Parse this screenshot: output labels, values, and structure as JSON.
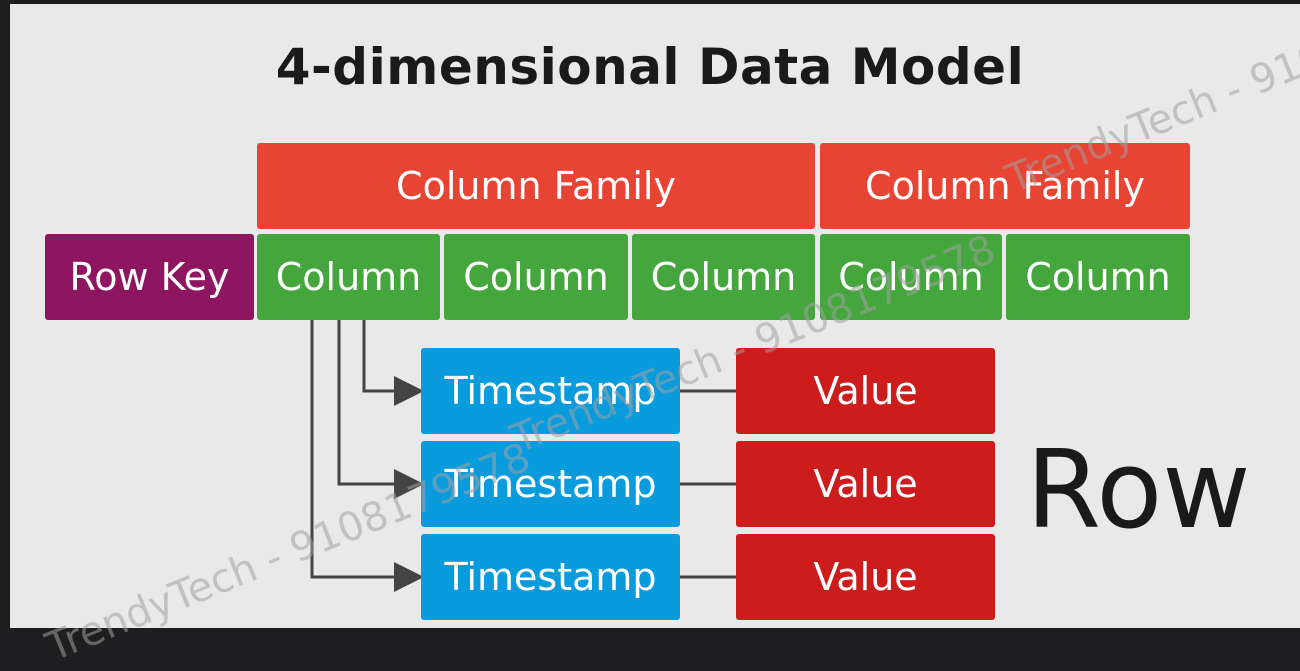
{
  "title": "4-dimensional Data Model",
  "column_families": [
    "Column Family",
    "Column Family"
  ],
  "row_key": "Row Key",
  "columns": [
    "Column",
    "Column",
    "Column",
    "Column",
    "Column"
  ],
  "timestamps": [
    "Timestamp",
    "Timestamp",
    "Timestamp"
  ],
  "values": [
    "Value",
    "Value",
    "Value"
  ],
  "row_label": "Row",
  "watermark": "TrendyTech - 9108179578",
  "colors": {
    "column_family": "#e84434",
    "column": "#44a63c",
    "row_key": "#8e1660",
    "timestamp": "#0a9bdc",
    "value": "#cc1c1c",
    "background": "#e9e9e9"
  }
}
